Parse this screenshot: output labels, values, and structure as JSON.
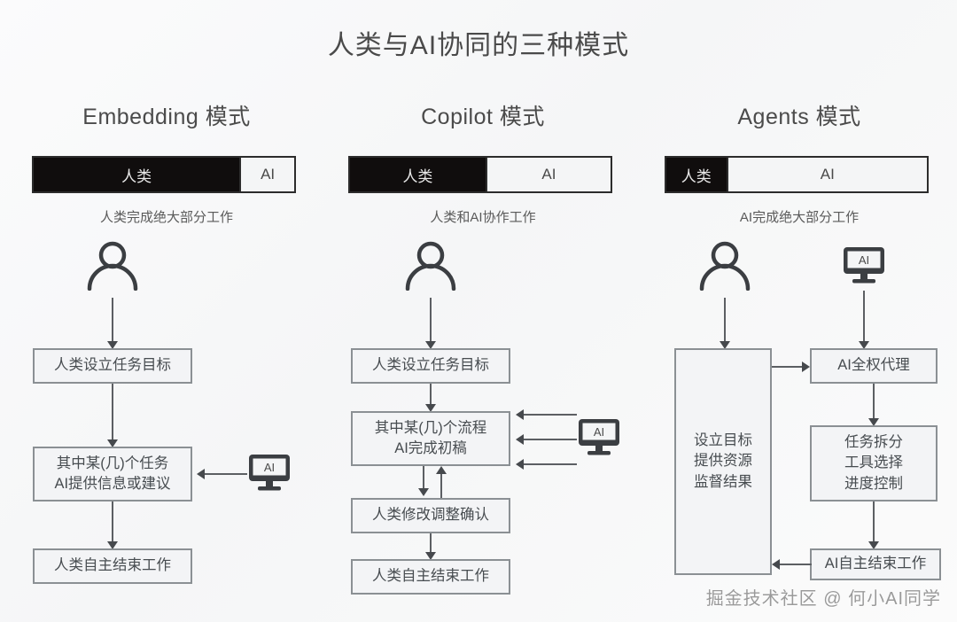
{
  "title": "人类与AI协同的三种模式",
  "watermark": "掘金技术社区 @ 何小AI同学",
  "labels": {
    "human": "人类",
    "ai": "AI"
  },
  "colors": {
    "human_fill": "#100d0d",
    "ai_fill": "#f4f5f6",
    "bar_border": "#2c2c2c",
    "box_fill": "#f3f4f6",
    "box_border": "#8b9094",
    "connector": "#5c5f63",
    "text": "#474c50",
    "background": "#f7f8f9"
  },
  "columns": [
    {
      "title": "Embedding 模式",
      "bar": {
        "human_label": "人类",
        "ai_label": "AI",
        "human_percent": 79,
        "ai_percent": 21
      },
      "caption": "人类完成绝大部分工作",
      "actor_icons": [
        "person-icon"
      ],
      "boxes": [
        {
          "lines": [
            "人类设立任务目标"
          ]
        },
        {
          "lines": [
            "其中某(几)个任务",
            "AI提供信息或建议"
          ]
        },
        {
          "lines": [
            "人类自主结束工作"
          ]
        }
      ],
      "side_icon": {
        "name": "ai-monitor-icon",
        "label": "AI",
        "arrow_count": 1
      }
    },
    {
      "title": "Copilot 模式",
      "bar": {
        "human_label": "人类",
        "ai_label": "AI",
        "human_percent": 52,
        "ai_percent": 48
      },
      "caption": "人类和AI协作工作",
      "actor_icons": [
        "person-icon"
      ],
      "boxes": [
        {
          "lines": [
            "人类设立任务目标"
          ]
        },
        {
          "lines": [
            "其中某(几)个流程",
            "AI完成初稿"
          ]
        },
        {
          "lines": [
            "人类修改调整确认"
          ]
        },
        {
          "lines": [
            "人类自主结束工作"
          ]
        }
      ],
      "side_icon": {
        "name": "ai-monitor-icon",
        "label": "AI",
        "arrow_count": 3
      }
    },
    {
      "title": "Agents 模式",
      "bar": {
        "human_label": "人类",
        "ai_label": "AI",
        "human_percent": 23,
        "ai_percent": 77
      },
      "caption": "AI完成绝大部分工作",
      "actor_icons": [
        "person-icon",
        "ai-monitor-icon"
      ],
      "monitor_label": "AI",
      "boxes": [
        {
          "lines": [
            "设立目标",
            "提供资源",
            "监督结果"
          ]
        },
        {
          "lines": [
            "AI全权代理"
          ]
        },
        {
          "lines": [
            "任务拆分",
            "工具选择",
            "进度控制"
          ]
        },
        {
          "lines": [
            "AI自主结束工作"
          ]
        }
      ]
    }
  ]
}
